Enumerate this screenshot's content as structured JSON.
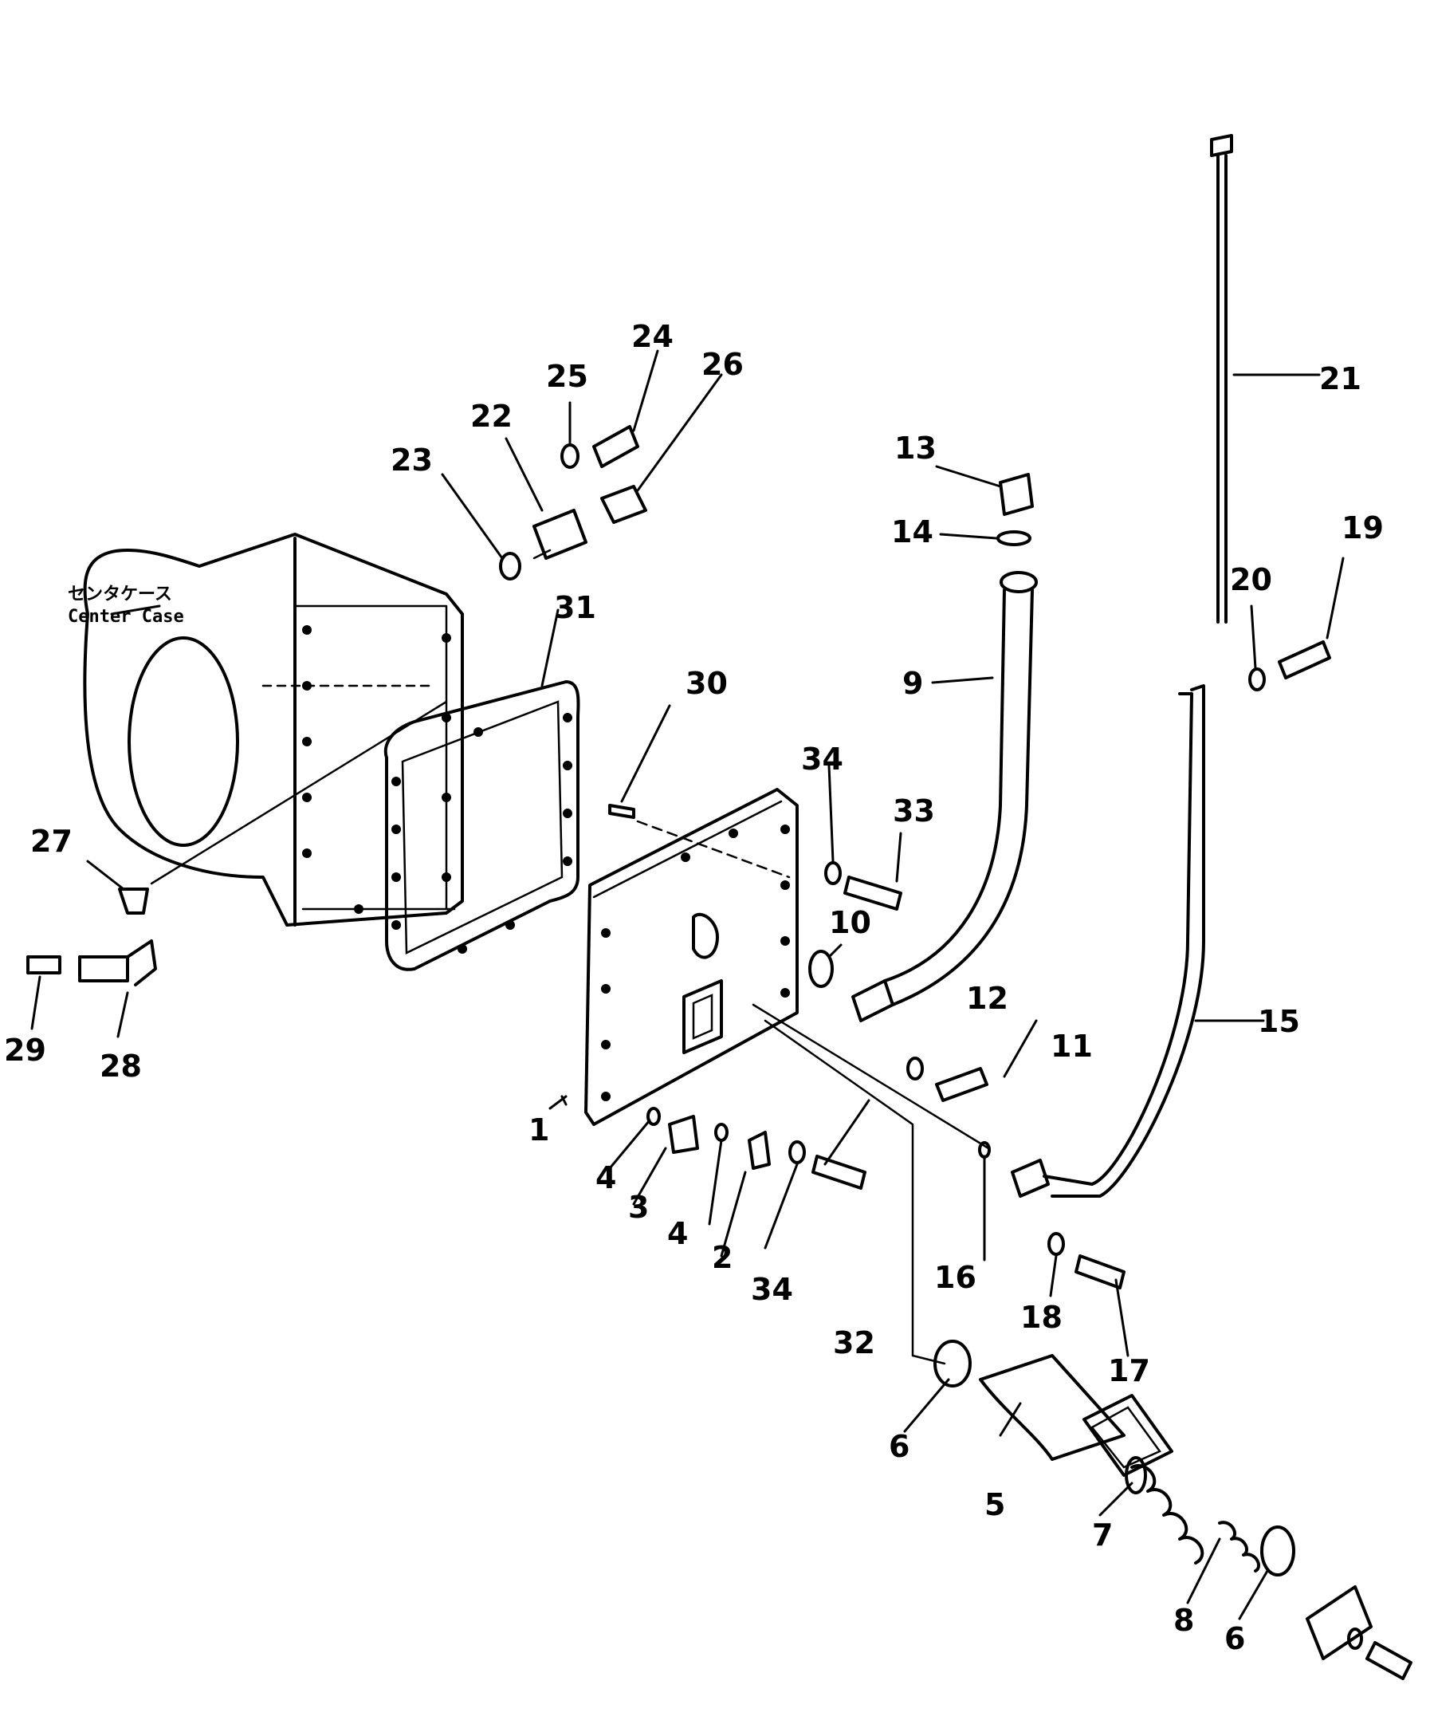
{
  "case_label": {
    "japanese": "センタケース",
    "english": "Center Case"
  },
  "callouts": [
    "1",
    "2",
    "3",
    "4",
    "4",
    "5",
    "6",
    "6",
    "7",
    "8",
    "9",
    "10",
    "11",
    "12",
    "13",
    "14",
    "15",
    "16",
    "17",
    "18",
    "19",
    "20",
    "21",
    "22",
    "23",
    "24",
    "25",
    "26",
    "27",
    "28",
    "29",
    "30",
    "31",
    "32",
    "33",
    "34",
    "34"
  ]
}
